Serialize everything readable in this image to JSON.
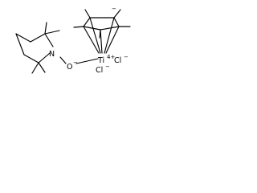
{
  "molecule": {
    "atoms": {
      "nitrogen": "N",
      "oxygen": "O",
      "oxygen_charge": "−",
      "titanium": "Ti",
      "titanium_charge": "4+",
      "chloride_1": "Cl",
      "chloride_1_charge": "−",
      "chloride_2": "Cl",
      "chloride_2_charge": "−",
      "cp_charge": "−"
    }
  }
}
